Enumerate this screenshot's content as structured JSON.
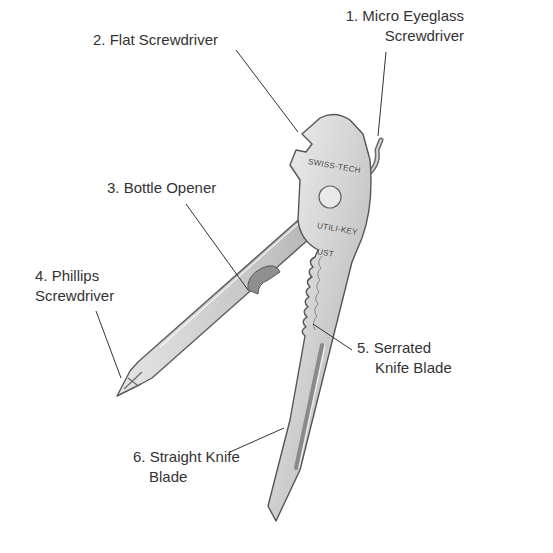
{
  "diagram": {
    "labels": [
      "1. Micro Eyeglass Screwdriver",
      "2. Flat Screwdriver",
      "3. Bottle Opener",
      "4. Phillips Screwdriver",
      "5. Serrated Knife Blade",
      "6. Straight Knife Blade",
      "SWISS-TECH",
      "UTILI-KEY",
      "UST"
    ]
  }
}
